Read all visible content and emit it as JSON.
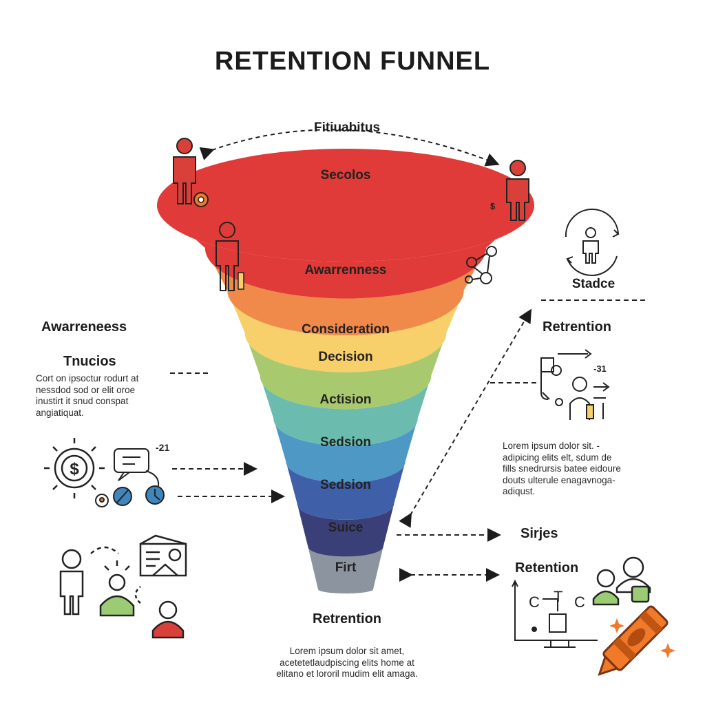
{
  "title": "RETENTION FUNNEL",
  "top_label": "Fitiuabitus",
  "funnel": {
    "stages": [
      {
        "label": "Secolos",
        "color": "#e03b38"
      },
      {
        "label": "Awarrenness",
        "color": "#f08a4b"
      },
      {
        "label": "Consideration",
        "color": "#f7cf6b"
      },
      {
        "label": "Decision",
        "color": "#a9c96e"
      },
      {
        "label": "Actision",
        "color": "#6bbcaf"
      },
      {
        "label": "Sedsion",
        "color": "#4e98c6"
      },
      {
        "label": "Sedsion",
        "color": "#3f5fa9"
      },
      {
        "label": "Suice",
        "color": "#3b3f78"
      },
      {
        "label": "Firt",
        "color": "#8c959f"
      }
    ]
  },
  "left": {
    "heading_awareness": "Awarreneess",
    "heading_tnucios": "Tnucios",
    "paragraph": [
      "Cort on ipsoctur rodurt at",
      "nessdod sod or elit oroe",
      "inustirt it snud conspat",
      "angiatiquat."
    ],
    "badge_21": "-21"
  },
  "right": {
    "stadce": "Stadce",
    "retention": "Retrention",
    "badge_31": "-31",
    "paragraph": [
      "Lorem ipsum dolor sit.   -",
      "adipicing elits elt, sdum de",
      "fills snedrursis batee eidoure",
      "douts ulterule enagavnoga-",
      "adiqust."
    ],
    "sirjes": "Sirjes",
    "retention2": "Retention",
    "c_letters": [
      "C",
      "T",
      "C"
    ]
  },
  "bottom": {
    "heading": "Retrention",
    "paragraph": [
      "Lorem ipsum dolor sit amet,",
      "acetetetlaudpiscing elits home at",
      "elitano et lororil mudim elit amaga."
    ]
  },
  "colors": {
    "red": "#d9403a",
    "green": "#9bcc74",
    "blue": "#3f86bd",
    "orange": "#f07a2a"
  }
}
